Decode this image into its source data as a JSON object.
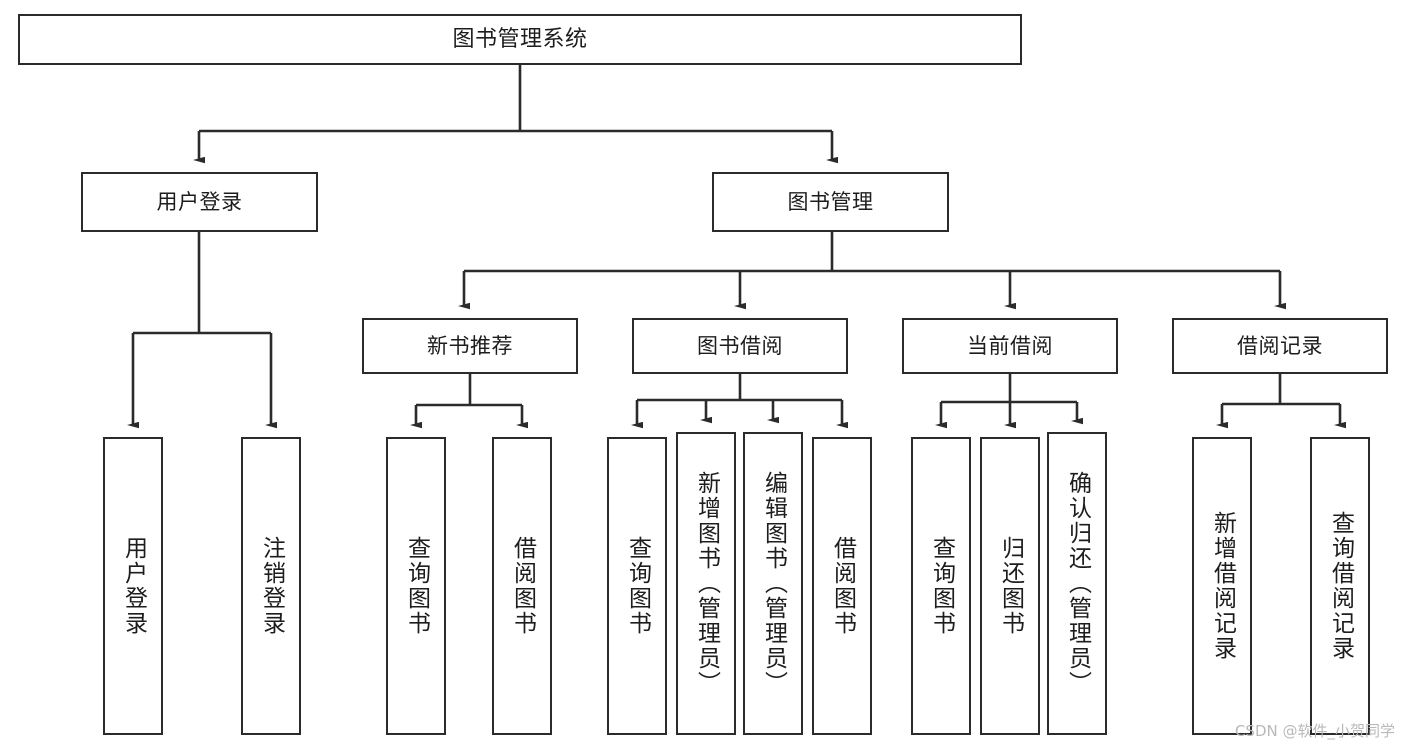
{
  "diagram": {
    "title": "图书管理系统",
    "type": "tree-hierarchy",
    "watermark": "CSDN @软件_小贺同学",
    "colors": {
      "box_border": "#2b2b2b",
      "box_fill": "#ffffff",
      "edge": "#2b2b2b",
      "text": "#1d1d1d",
      "watermark": "#b9b9b9"
    },
    "nodes": {
      "root": {
        "label": "图书管理系统"
      },
      "level2": [
        {
          "id": "user-login",
          "label": "用户登录"
        },
        {
          "id": "book-manage",
          "label": "图书管理"
        }
      ],
      "level3": [
        {
          "id": "new-book-rec",
          "label": "新书推荐"
        },
        {
          "id": "book-borrow",
          "label": "图书借阅"
        },
        {
          "id": "current-borrow",
          "label": "当前借阅"
        },
        {
          "id": "borrow-record",
          "label": "借阅记录"
        }
      ],
      "leaves": {
        "user_login": [
          {
            "id": "leaf-user-login",
            "label": "用户登录"
          },
          {
            "id": "leaf-logout-login",
            "label": "注销登录"
          }
        ],
        "new_book_rec": [
          {
            "id": "leaf-query-book-1",
            "label": "查询图书"
          },
          {
            "id": "leaf-borrow-book-1",
            "label": "借阅图书"
          }
        ],
        "book_borrow": [
          {
            "id": "leaf-query-book-2",
            "label": "查询图书"
          },
          {
            "id": "leaf-add-book",
            "label": "新增图书（管理员）"
          },
          {
            "id": "leaf-edit-book",
            "label": "编辑图书（管理员）"
          },
          {
            "id": "leaf-borrow-book-2",
            "label": "借阅图书"
          }
        ],
        "current_borrow": [
          {
            "id": "leaf-query-book-3",
            "label": "查询图书"
          },
          {
            "id": "leaf-return-book",
            "label": "归还图书"
          },
          {
            "id": "leaf-confirm-return",
            "label": "确认归还（管理员）"
          }
        ],
        "borrow_record": [
          {
            "id": "leaf-add-record",
            "label": "新增借阅记录"
          },
          {
            "id": "leaf-query-record",
            "label": "查询借阅记录"
          }
        ]
      }
    }
  }
}
